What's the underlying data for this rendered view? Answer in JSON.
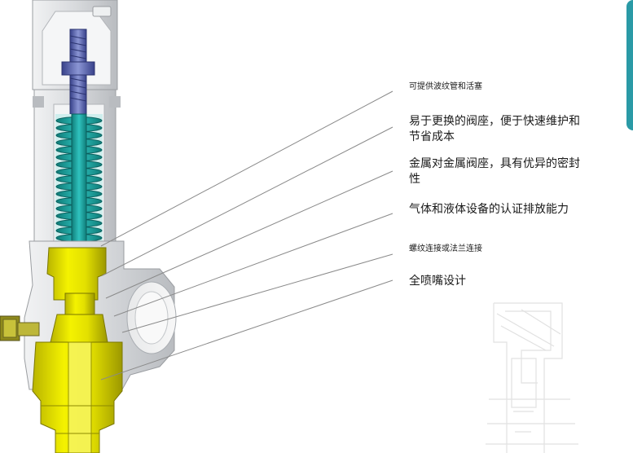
{
  "labels": [
    {
      "text": "可提供波纹管和活塞",
      "size": "small"
    },
    {
      "text": "易于更换的阀座，便于快速维护和节省成本",
      "size": "large"
    },
    {
      "text": "金属对金属阀座，具有优异的密封性",
      "size": "large"
    },
    {
      "text": "气体和液体设备的认证排放能力",
      "size": "large"
    },
    {
      "text": "螺纹连接或法兰连接",
      "size": "small"
    },
    {
      "text": "全喷嘴设计",
      "size": "large"
    }
  ],
  "colors": {
    "body_gray": "#d5d8dc",
    "body_gray_dark": "#a9adb2",
    "spring_teal": "#19a3a0",
    "spring_dark": "#0e6d6b",
    "stem_blue": "#5160a8",
    "nozzle_yellow": "#e6e300",
    "nozzle_yellow_dark": "#a9a500",
    "line_gray": "#8a8a8a",
    "accent_tab": "#2a9aa6"
  },
  "icons": [
    "safety-valve-cutaway-illustration",
    "valve-outline-sketch"
  ]
}
